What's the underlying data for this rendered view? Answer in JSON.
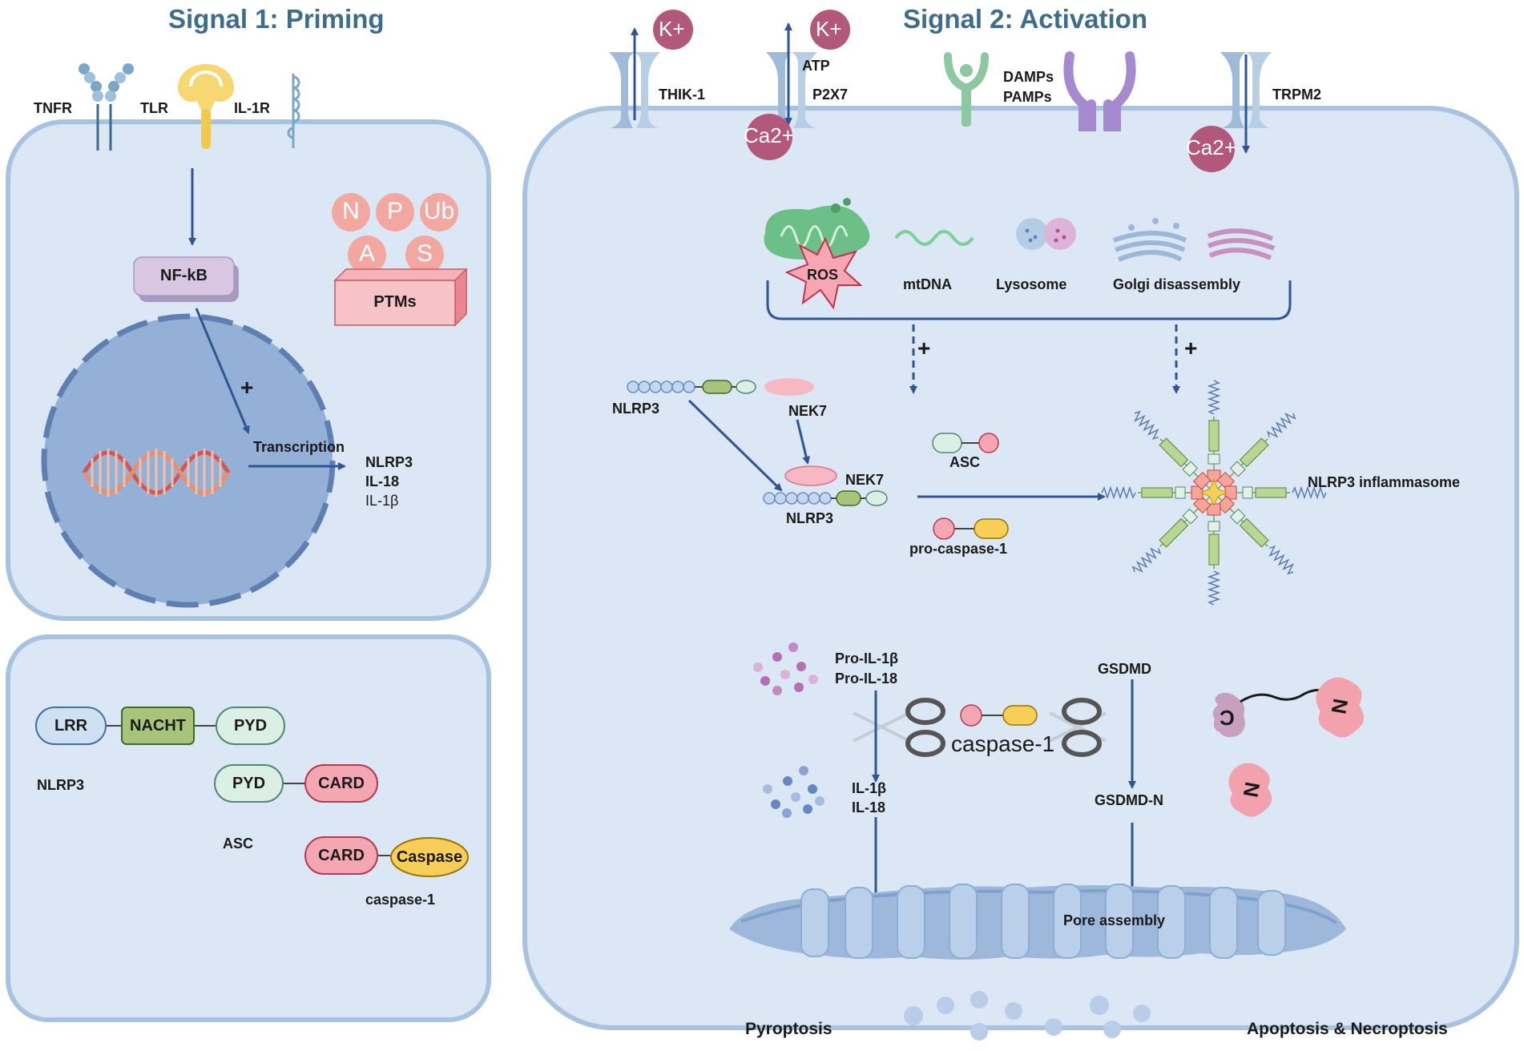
{
  "titles": {
    "signal1": "Signal 1: Priming",
    "signal2": "Signal 2: Activation"
  },
  "priming": {
    "receptors": [
      "TNFR",
      "TLR",
      "IL-1R"
    ],
    "nfkb": "NF-kB",
    "ptm_letters": [
      "N",
      "P",
      "Ub",
      "A",
      "S"
    ],
    "ptms": "PTMs",
    "plus": "+",
    "transcription": "Transcription",
    "products": [
      "NLRP3",
      "IL-18",
      "IL-1β"
    ]
  },
  "domains": {
    "nlrp3_parts": [
      "LRR",
      "NACHT",
      "PYD"
    ],
    "nlrp3": "NLRP3",
    "asc_parts": [
      "PYD",
      "CARD"
    ],
    "asc": "ASC",
    "casp_parts": [
      "CARD",
      "Caspase"
    ],
    "caspase1": "caspase-1"
  },
  "activation": {
    "ions": {
      "k1": "K+",
      "k2": "K+",
      "ca1": "Ca2+",
      "ca2": "Ca2+"
    },
    "channels": {
      "thik": "THIK-1",
      "atp": "ATP",
      "p2x7": "P2X7",
      "damps": "DAMPs",
      "pamps": "PAMPs",
      "trpm2": "TRPM2"
    },
    "triggers": {
      "ros": "ROS",
      "mtdna": "mtDNA",
      "lysosome": "Lysosome",
      "golgi": "Golgi disassembly"
    },
    "plus": "+",
    "nlrp3": "NLRP3",
    "nek7": "NEK7",
    "asc": "ASC",
    "procasp": "pro-caspase-1",
    "inflammasome": "NLRP3 inflammasome",
    "pro_il": [
      "Pro-IL-1β",
      "Pro-IL-18"
    ],
    "il": [
      "IL-1β",
      "IL-18"
    ],
    "caspase1": "caspase-1",
    "gsdmd": "GSDMD",
    "gsdmd_n": "GSDMD-N",
    "c": "C",
    "n": "N",
    "pore": "Pore assembly",
    "pyroptosis": "Pyroptosis",
    "apoptosis": "Apoptosis & Necroptosis"
  },
  "colors": {
    "cell": "#dbe7f4",
    "membrane": "#a7c3e0",
    "arrow": "#2f5597",
    "nucleus": "#94b0d6",
    "title": "#3d6d8a"
  }
}
